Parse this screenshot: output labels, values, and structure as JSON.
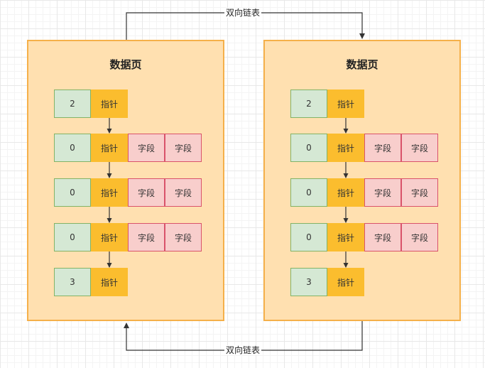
{
  "link_label": "双向链表",
  "pages": [
    {
      "title": "数据页",
      "rows": [
        {
          "num": "2",
          "pointer": "指针",
          "fields": []
        },
        {
          "num": "0",
          "pointer": "指针",
          "fields": [
            "字段",
            "字段"
          ]
        },
        {
          "num": "0",
          "pointer": "指针",
          "fields": [
            "字段",
            "字段"
          ]
        },
        {
          "num": "0",
          "pointer": "指针",
          "fields": [
            "字段",
            "字段"
          ]
        },
        {
          "num": "3",
          "pointer": "指针",
          "fields": []
        }
      ]
    },
    {
      "title": "数据页",
      "rows": [
        {
          "num": "2",
          "pointer": "指针",
          "fields": []
        },
        {
          "num": "0",
          "pointer": "指针",
          "fields": [
            "字段",
            "字段"
          ]
        },
        {
          "num": "0",
          "pointer": "指针",
          "fields": [
            "字段",
            "字段"
          ]
        },
        {
          "num": "0",
          "pointer": "指针",
          "fields": [
            "字段",
            "字段"
          ]
        },
        {
          "num": "3",
          "pointer": "指针",
          "fields": []
        }
      ]
    }
  ]
}
